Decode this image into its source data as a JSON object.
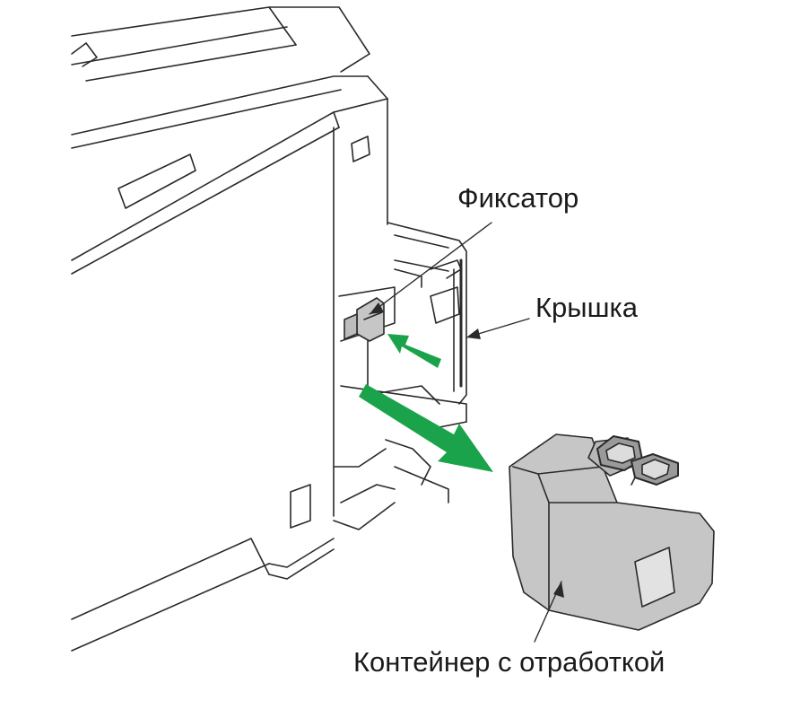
{
  "labels": {
    "latch": "Фиксатор",
    "cover": "Крышка",
    "container": "Контейнер с отработкой"
  },
  "colors": {
    "arrow_green": "#1aa34a",
    "part_gray": "#c6c6c6",
    "line": "#2a2a2a"
  },
  "icons": {
    "removal_arrow": "arrow-right-down",
    "push_arrow": "arrow-left"
  }
}
